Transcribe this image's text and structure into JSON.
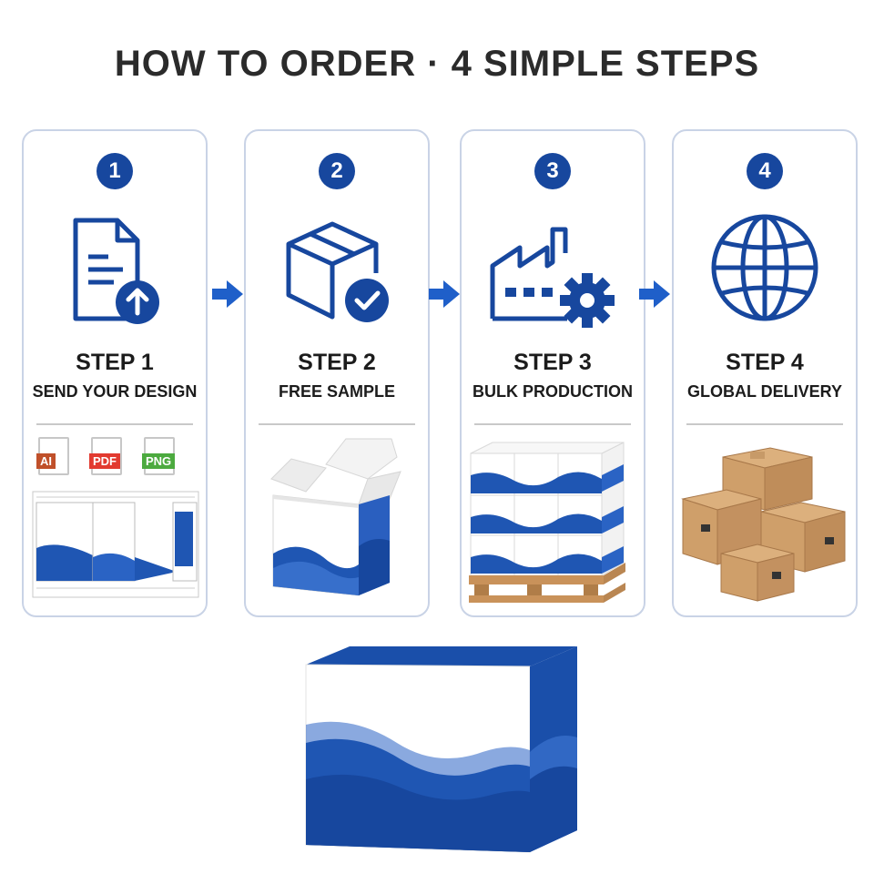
{
  "title": "HOW TO ORDER · 4 SIMPLE STEPS",
  "colors": {
    "brand_blue": "#17479e",
    "card_border": "#c9d3e6",
    "kraft": "#c99a63"
  },
  "steps": [
    {
      "badge": "1",
      "step": "STEP 1",
      "name": "SEND YOUR DESIGN",
      "icon": "document-upload-icon"
    },
    {
      "badge": "2",
      "step": "STEP 2",
      "name": "FREE SAMPLE",
      "icon": "box-check-icon"
    },
    {
      "badge": "3",
      "step": "STEP 3",
      "name": "BULK PRODUCTION",
      "icon": "factory-gear-icon"
    },
    {
      "badge": "4",
      "step": "STEP 4",
      "name": "GLOBAL DELIVERY",
      "icon": "globe-icon"
    }
  ],
  "file_types": [
    "AI",
    "PDF",
    "PNG"
  ],
  "file_type_colors": [
    "#c0502a",
    "#e23a30",
    "#4caa3f"
  ]
}
